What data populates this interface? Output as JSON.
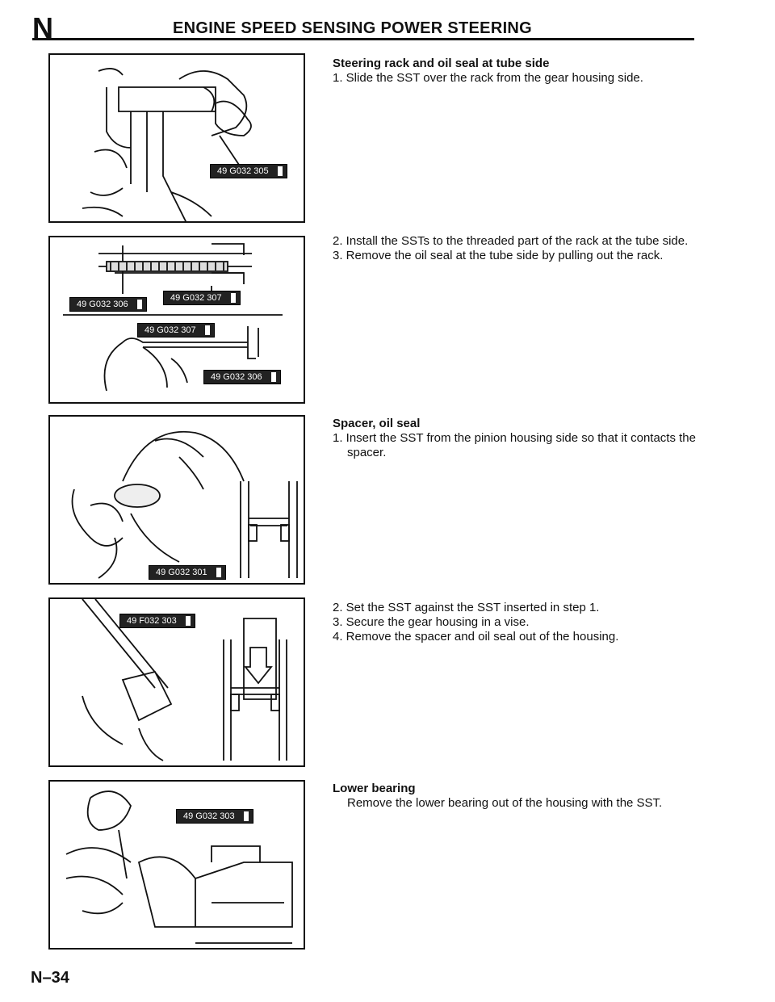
{
  "header": {
    "section_letter": "N",
    "title": "ENGINE SPEED SENSING POWER STEERING"
  },
  "figures": [
    {
      "tags": [
        "49 G032 305"
      ]
    },
    {
      "tags": [
        "49 G032 306",
        "49 G032 307",
        "49 G032 307",
        "49 G032 306"
      ]
    },
    {
      "tags": [
        "49 G032 301"
      ]
    },
    {
      "tags": [
        "49 F032 303"
      ]
    },
    {
      "tags": [
        "49 G032 303"
      ]
    }
  ],
  "sections": [
    {
      "heading": "Steering rack and oil seal at tube side",
      "steps": [
        "1. Slide the SST over the rack from the gear housing side."
      ]
    },
    {
      "heading": "",
      "steps": [
        "2. Install the SSTs to the threaded part of the rack at the tube side.",
        "3. Remove the oil seal at the tube side by pulling out the rack."
      ]
    },
    {
      "heading": "Spacer, oil seal",
      "steps": [
        "1. Insert the SST from the pinion housing side so that it contacts the spacer."
      ]
    },
    {
      "heading": "",
      "steps": [
        "2. Set the SST against the SST inserted in step 1.",
        "3. Secure the gear housing in a vise.",
        "4. Remove the spacer and oil seal out of the housing."
      ]
    },
    {
      "heading": "Lower bearing",
      "body": "Remove the lower bearing out of the housing with the SST."
    }
  ],
  "page_number": "N–34"
}
